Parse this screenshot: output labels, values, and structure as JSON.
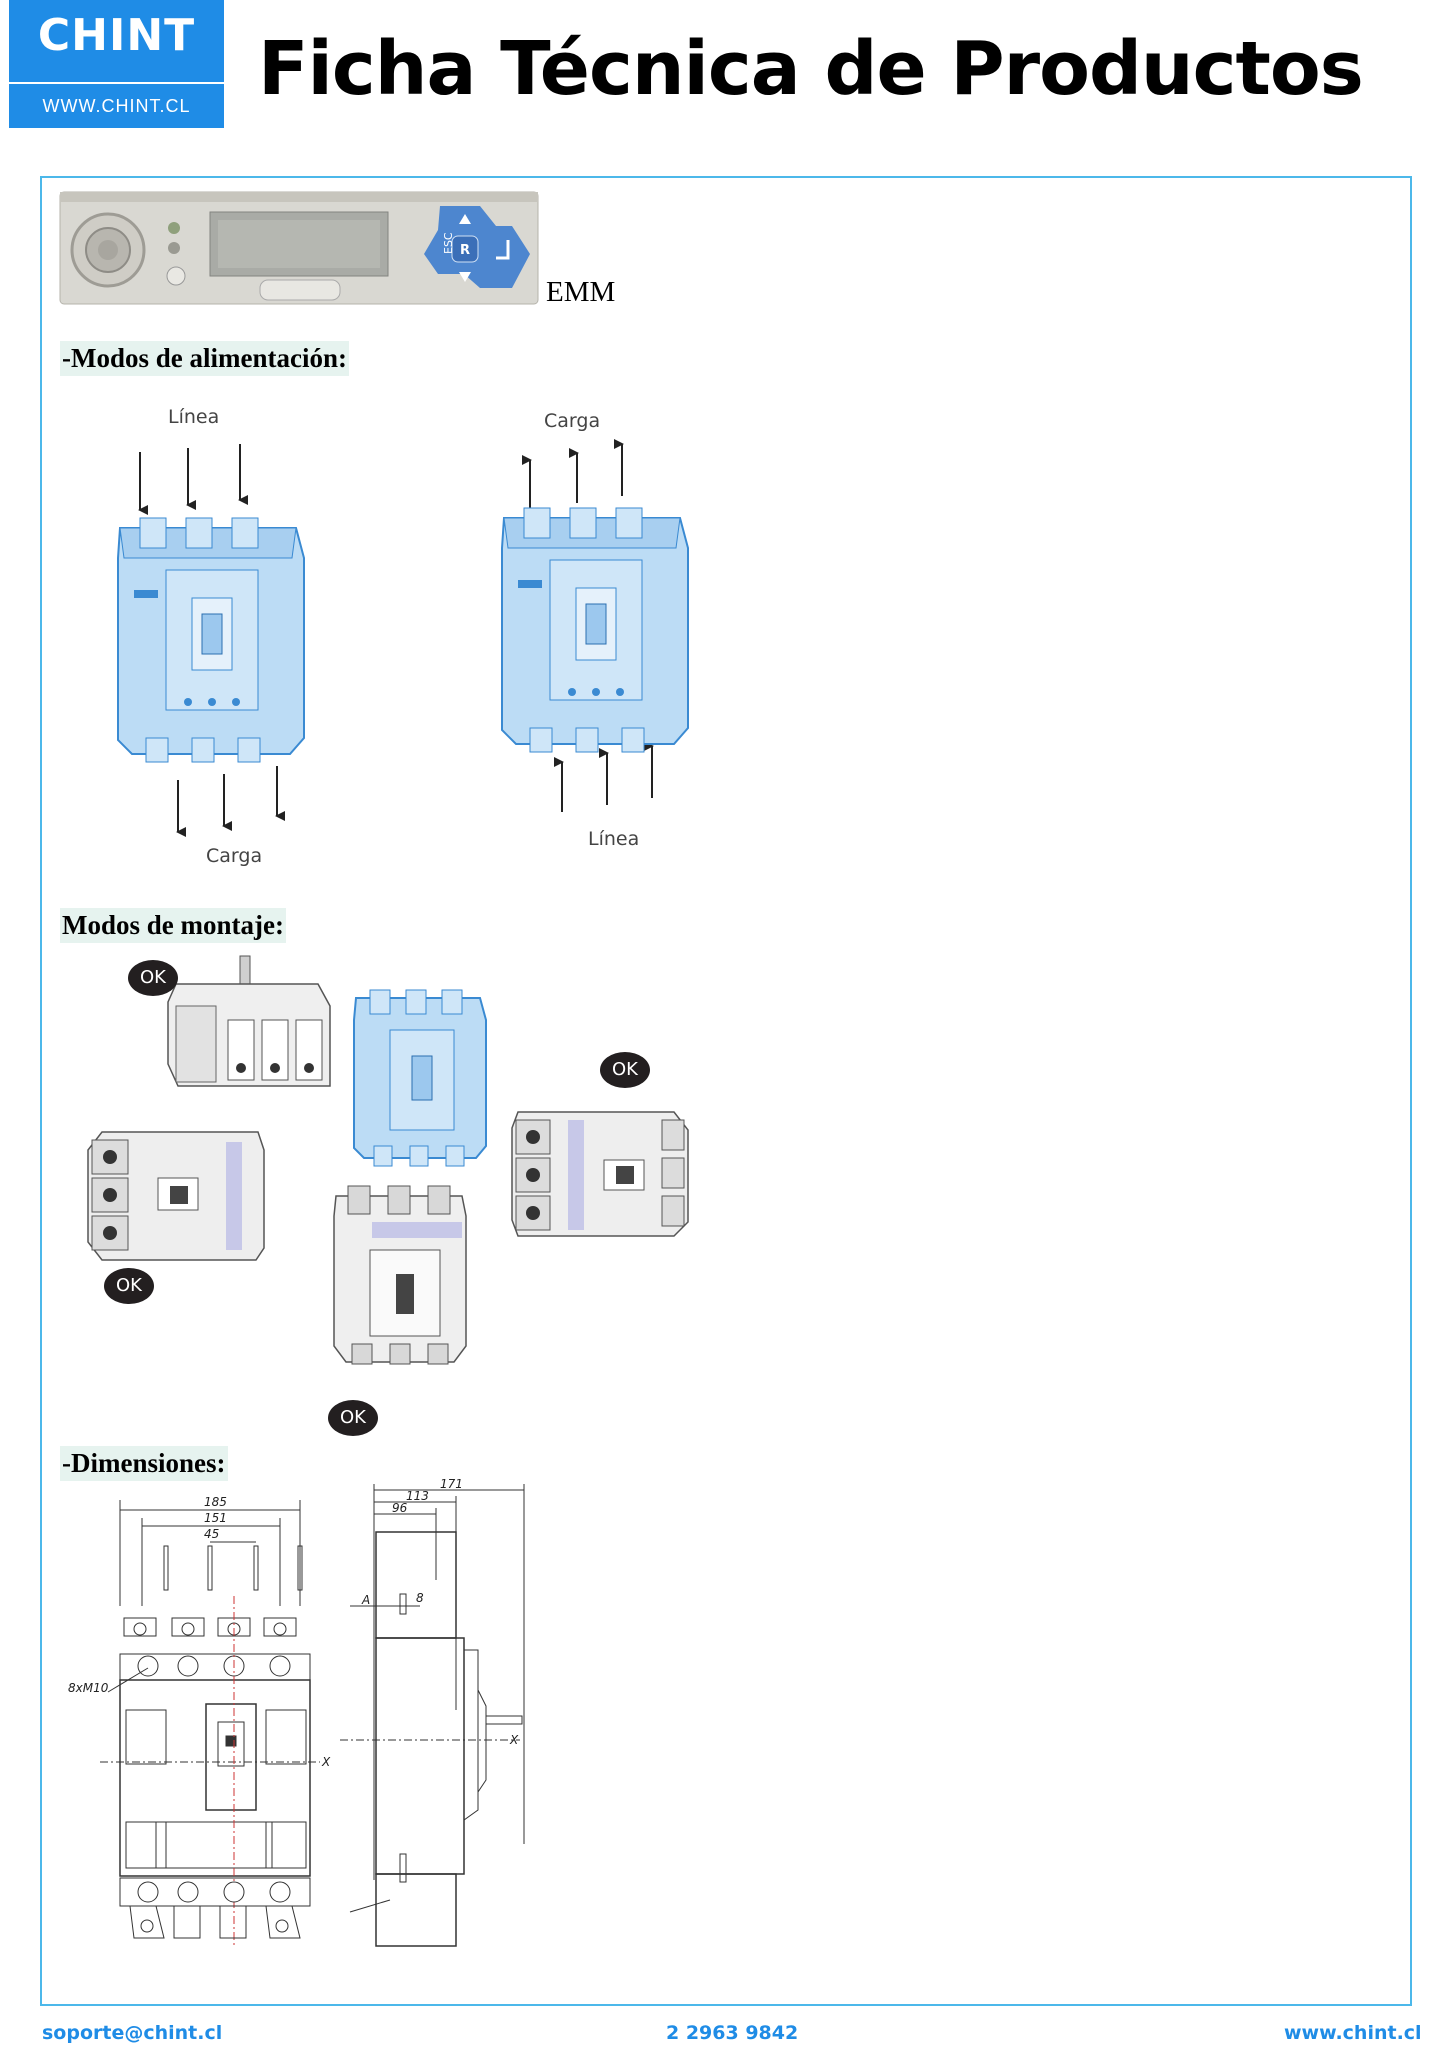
{
  "header": {
    "logo_text": "CHINT",
    "logo_url": "WWW.CHINT.CL",
    "title": "Ficha Técnica de Productos"
  },
  "emm": {
    "caption": "EMM",
    "buttons": [
      "ESC",
      "R"
    ]
  },
  "power": {
    "heading": "-Modos de alimentación:",
    "left_top": "Línea",
    "left_bottom": "Carga",
    "right_top": "Carga",
    "right_bottom": "Línea"
  },
  "mounting": {
    "heading": "Modos de montaje:",
    "ok_label": "OK"
  },
  "dimensions": {
    "heading": "-Dimensiones:",
    "front": {
      "d1": "185",
      "d2": "151",
      "d3": "45",
      "bolt": "8xM10",
      "axis": "X"
    },
    "side": {
      "d1": "171",
      "d2": "113",
      "d3": "96",
      "a": "A",
      "b": "8",
      "axis": "X"
    }
  },
  "footer": {
    "email": "soporte@chint.cl",
    "phone": "2 2963 9842",
    "web": "www.chint.cl"
  },
  "colors": {
    "brand": "#1f8ce6",
    "frame": "#4cb8ea",
    "breaker": "#bcdcf5"
  }
}
